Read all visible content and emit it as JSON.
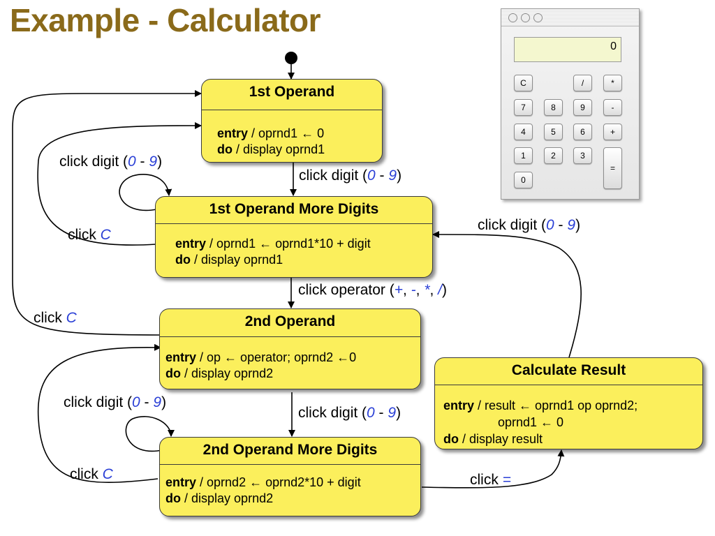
{
  "slide": {
    "title": "Example - Calculator"
  },
  "states": {
    "s1": {
      "name": "1st Operand",
      "entry": "oprnd1 ← 0",
      "do": "display oprnd1"
    },
    "s2": {
      "name": "1st Operand  More Digits",
      "entry": "oprnd1 ← oprnd1*10 + digit",
      "do": "display oprnd1"
    },
    "s3": {
      "name": "2nd Operand",
      "entry": "op ← operator;  oprnd2 ←0",
      "do": "display oprnd2"
    },
    "s4": {
      "name": "2nd Operand  More Digits",
      "entry": "oprnd2 ← oprnd2*10 + digit",
      "do": "display oprnd2"
    },
    "s5": {
      "name": "Calculate Result",
      "entry": "result ← oprnd1 op oprnd2;",
      "entry2": "oprnd1 ← 0",
      "do": "display result"
    }
  },
  "keywords": {
    "entry": "entry",
    "do": "do",
    "slash": " / "
  },
  "transitions": {
    "click_digit": "click digit (",
    "click": "click ",
    "click_operator": "click operator (",
    "digit_from": "0",
    "digit_to": "9",
    "dash": " - ",
    "close": ")",
    "clear": "C",
    "equals": "=",
    "op_plus": "+",
    "op_minus": "-",
    "op_times": "*",
    "op_div": "/",
    "comma": ", "
  },
  "calculator": {
    "display": "0",
    "keys": [
      "C",
      "/",
      "*",
      "7",
      "8",
      "9",
      "-",
      "4",
      "5",
      "6",
      "+",
      "1",
      "2",
      "3",
      "=",
      "0"
    ]
  },
  "colors": {
    "state_fill": "#fbef5c",
    "title": "#8a6a1a",
    "event_value": "#2a3fd6"
  }
}
